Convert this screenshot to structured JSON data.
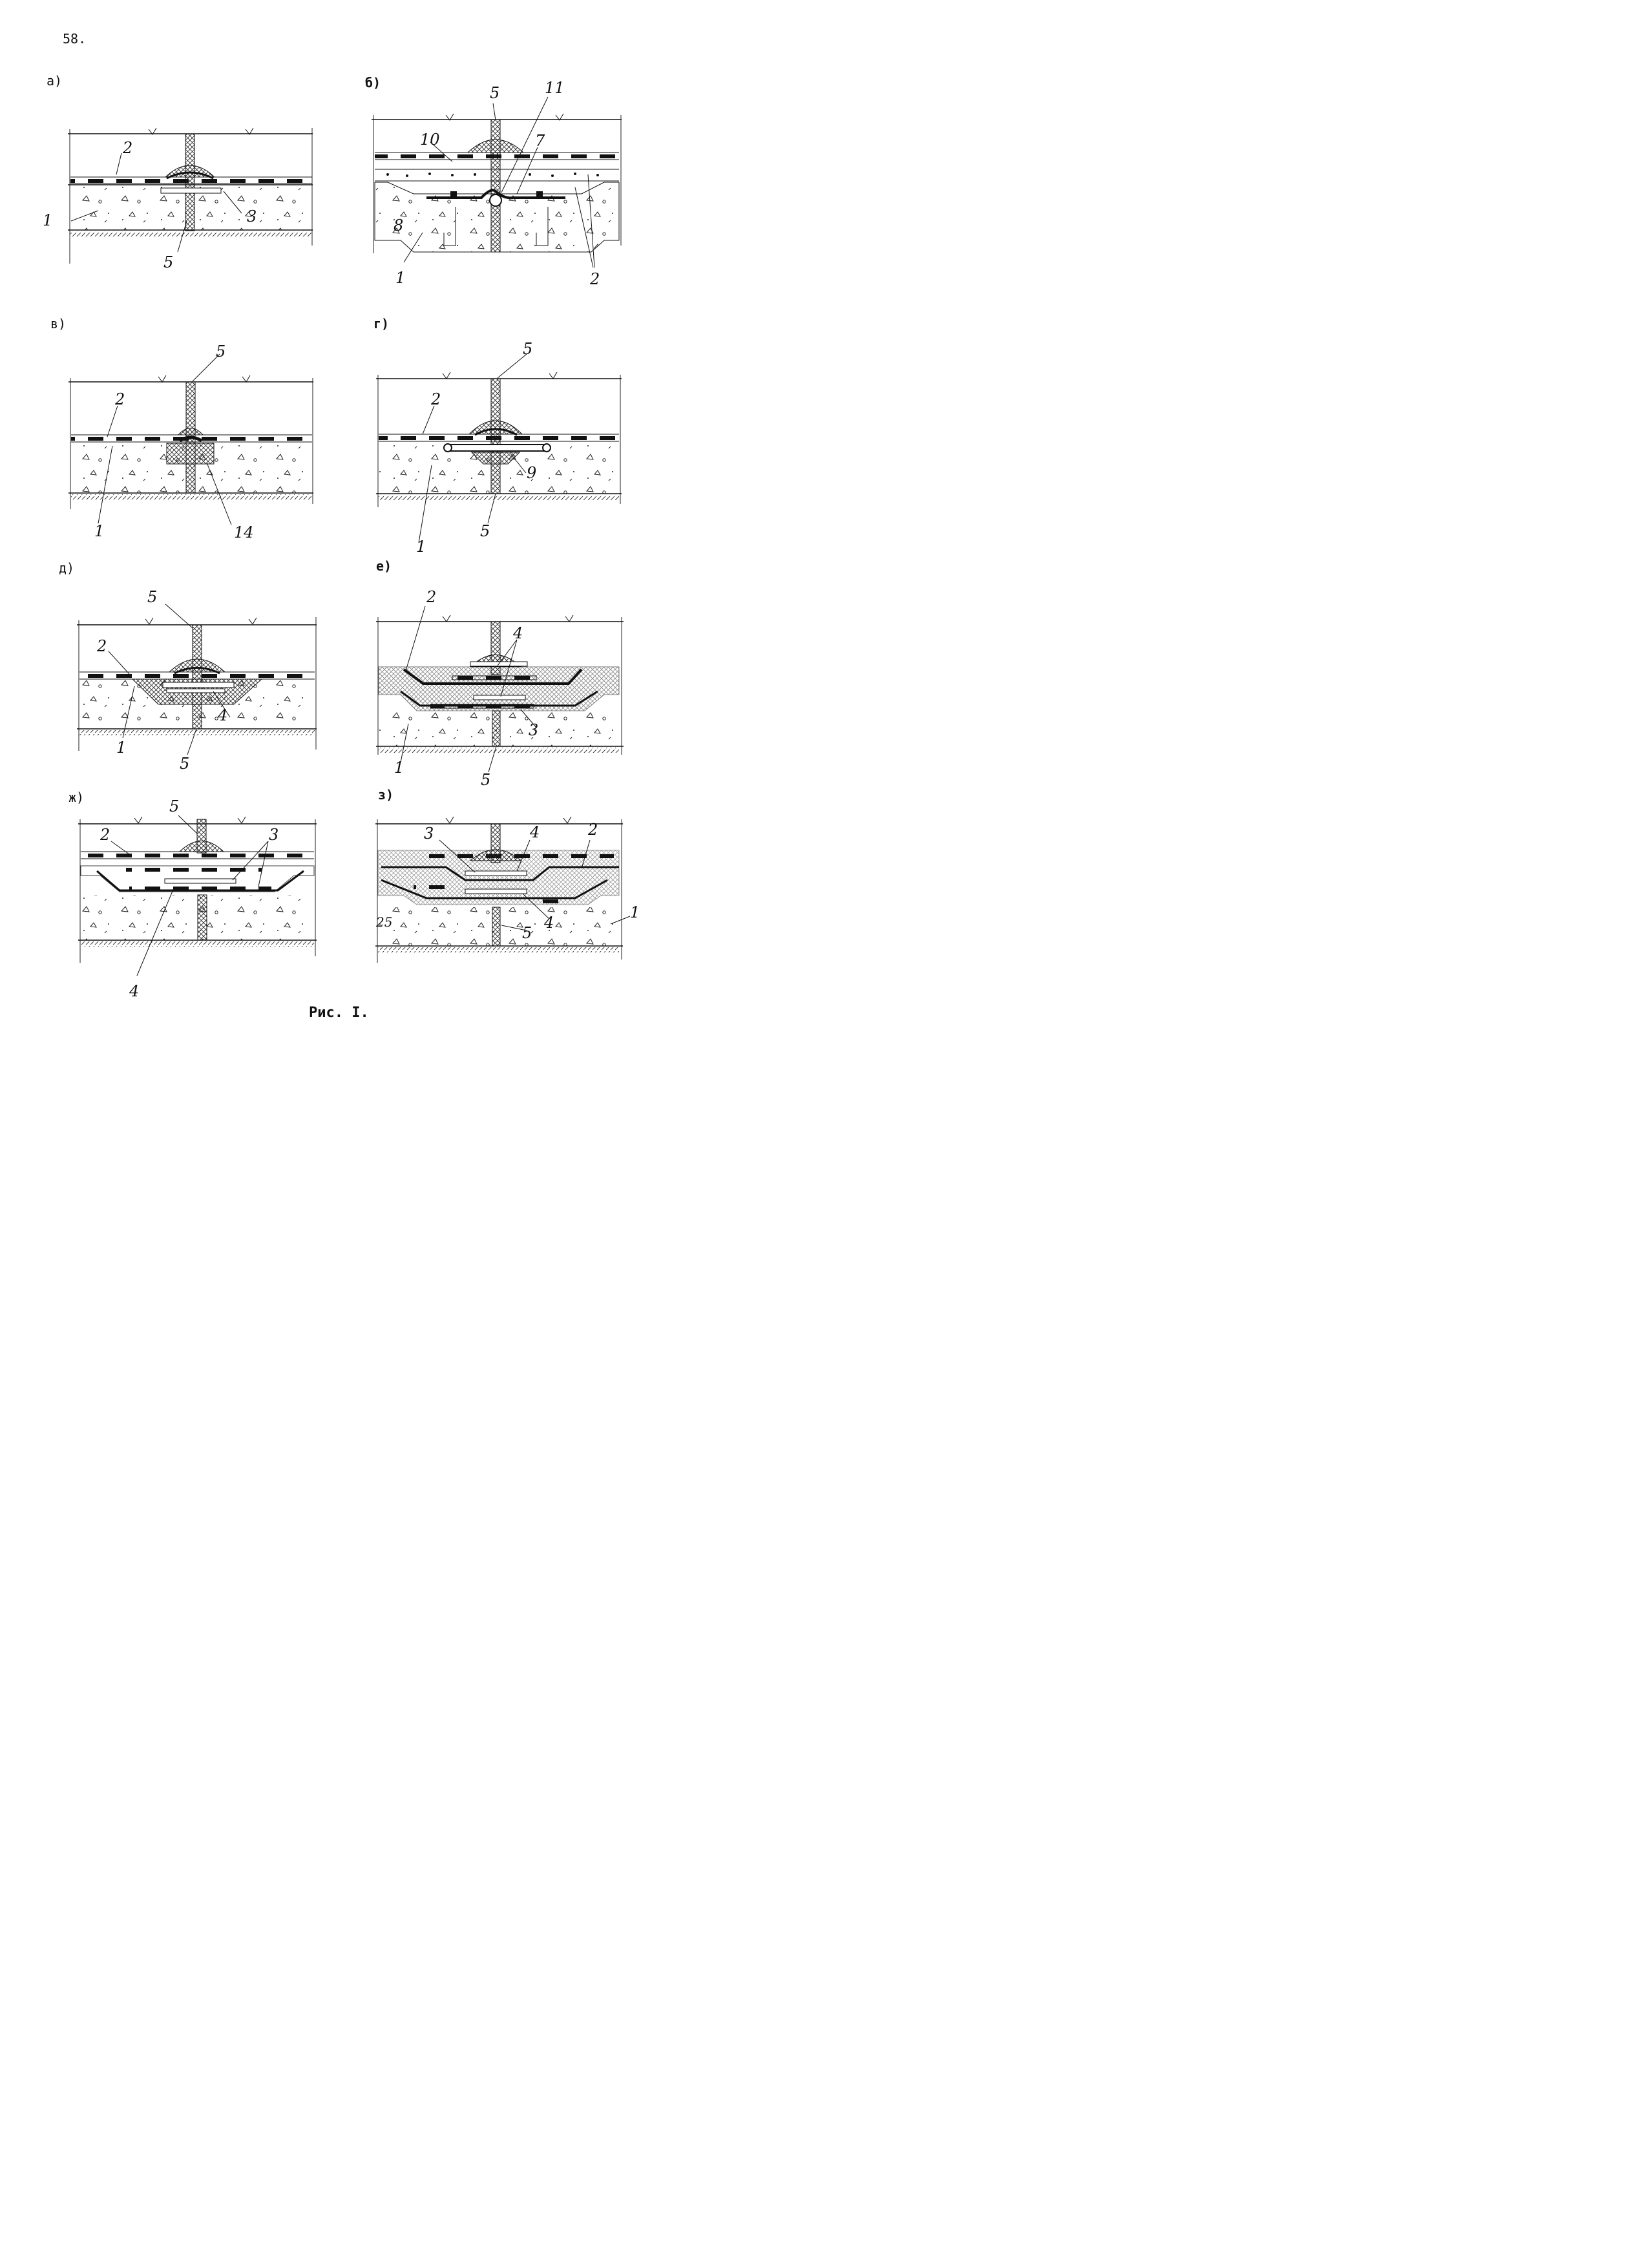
{
  "page_number": "58.",
  "caption": "Рис. I.",
  "panels": [
    {
      "letter": "а)",
      "callouts": [
        "2",
        "1",
        "3",
        "5"
      ]
    },
    {
      "letter": "б)",
      "callouts": [
        "5",
        "11",
        "10",
        "7",
        "8",
        "1",
        "2"
      ]
    },
    {
      "letter": "в)",
      "callouts": [
        "5",
        "2",
        "1",
        "14"
      ]
    },
    {
      "letter": "г)",
      "callouts": [
        "5",
        "2",
        "9",
        "1",
        "5"
      ]
    },
    {
      "letter": "д)",
      "callouts": [
        "5",
        "2",
        "4",
        "1",
        "5"
      ]
    },
    {
      "letter": "е)",
      "callouts": [
        "2",
        "4",
        "3",
        "1",
        "5"
      ]
    },
    {
      "letter": "ж)",
      "callouts": [
        "5",
        "2",
        "3",
        "4"
      ]
    },
    {
      "letter": "з)",
      "callouts": [
        "3",
        "4",
        "2",
        "1",
        "5",
        "4",
        "25"
      ]
    }
  ]
}
